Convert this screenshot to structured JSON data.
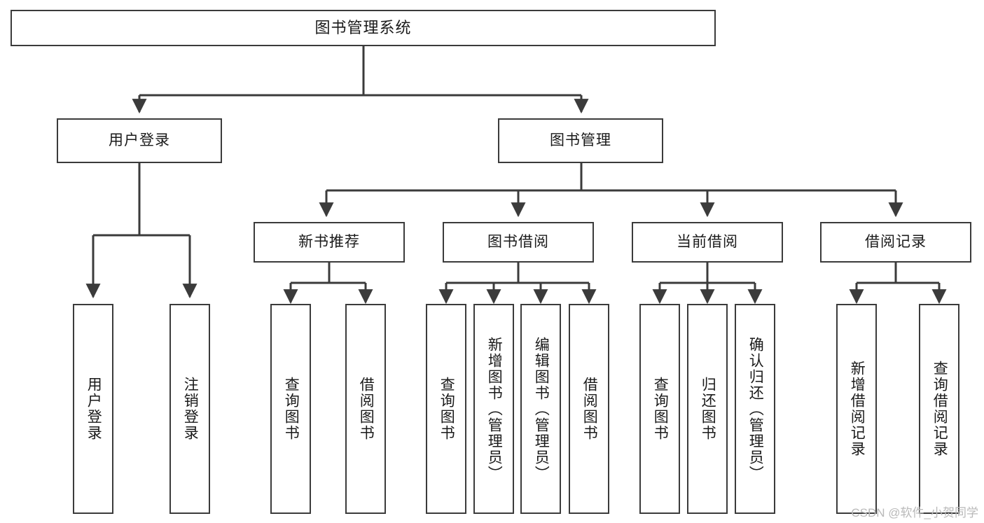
{
  "diagram": {
    "title": "图书管理系统",
    "type": "hierarchy-tree",
    "colors": {
      "box_border": "#3b3b3b",
      "box_fill": "#ffffff",
      "connector": "#3b3b3b",
      "text": "#1a1a1a",
      "watermark": "#b9b9b9",
      "background": "#ffffff"
    },
    "root": {
      "label": "图书管理系统"
    },
    "level2": [
      {
        "label": "用户登录"
      },
      {
        "label": "图书管理"
      }
    ],
    "level3": [
      {
        "label": "新书推荐"
      },
      {
        "label": "图书借阅"
      },
      {
        "label": "当前借阅"
      },
      {
        "label": "借阅记录"
      }
    ],
    "leaves": {
      "user_login": [
        {
          "label": "用户登录"
        },
        {
          "label": "注销登录"
        }
      ],
      "new_book_recommend": [
        {
          "label": "查询图书"
        },
        {
          "label": "借阅图书"
        }
      ],
      "book_borrow": [
        {
          "label": "查询图书"
        },
        {
          "label": "新增图书（管理员）"
        },
        {
          "label": "编辑图书（管理员）"
        },
        {
          "label": "借阅图书"
        }
      ],
      "current_borrow": [
        {
          "label": "查询图书"
        },
        {
          "label": "归还图书"
        },
        {
          "label": "确认归还（管理员）"
        }
      ],
      "borrow_record": [
        {
          "label": "新增借阅记录"
        },
        {
          "label": "查询借阅记录"
        }
      ]
    }
  },
  "watermark": {
    "text": "CSDN @软件_小贺同学"
  }
}
